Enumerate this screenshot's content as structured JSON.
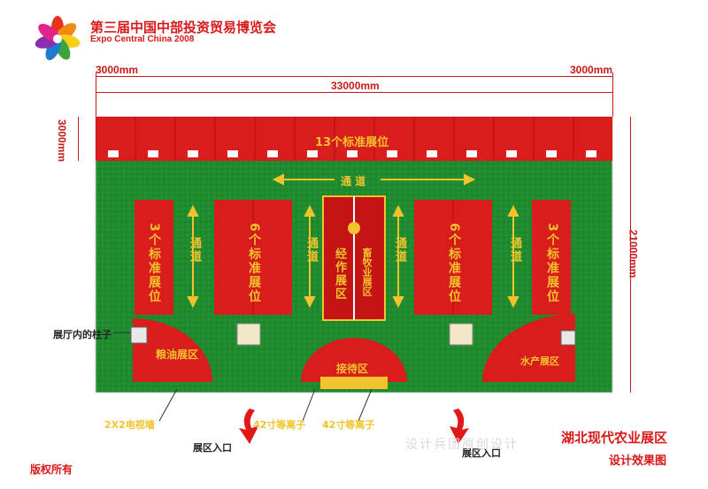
{
  "header": {
    "title": "第三届中国中部投资贸易博览会",
    "subtitle": "Expo Central China 2008"
  },
  "dimensions": {
    "left_width": "3000mm",
    "right_width": "3000mm",
    "total_width": "33000mm",
    "depth_left": "3000mm",
    "depth_right": "21000mm"
  },
  "zones": {
    "top_row": "13个标准展位",
    "aisle_top": "通 道",
    "left_block": "3个标准展位",
    "left_aisle": "通道",
    "block_b": "6个标准展位",
    "center_aisle_left": "通道",
    "center_a": "经作展区",
    "center_b": "畜牧业展区",
    "center_aisle_right": "通道",
    "block_c": "6个标准展位",
    "right_aisle": "通道",
    "right_block": "3个标准展位",
    "grain_oil": "粮油展区",
    "reception": "接待区",
    "aquatic": "水产展区"
  },
  "callouts": {
    "pillar": "展厅内的柱子",
    "tv_wall": "2X2电视墙",
    "plasma_left": "42寸等离子",
    "plasma_right": "42寸等离子",
    "entrance_left": "展区入口",
    "entrance_right": "展区入口"
  },
  "footer": {
    "project_title": "湖北现代农业展区",
    "design_label": "设计效果图",
    "copyright": "版权所有",
    "watermark": "设计兵团原创设计"
  },
  "colors": {
    "booth_red": "#d91c1c",
    "floor_green": "#1f8a2e",
    "label_yellow": "#f2c32c",
    "dimension_red": "#c81a1a"
  }
}
